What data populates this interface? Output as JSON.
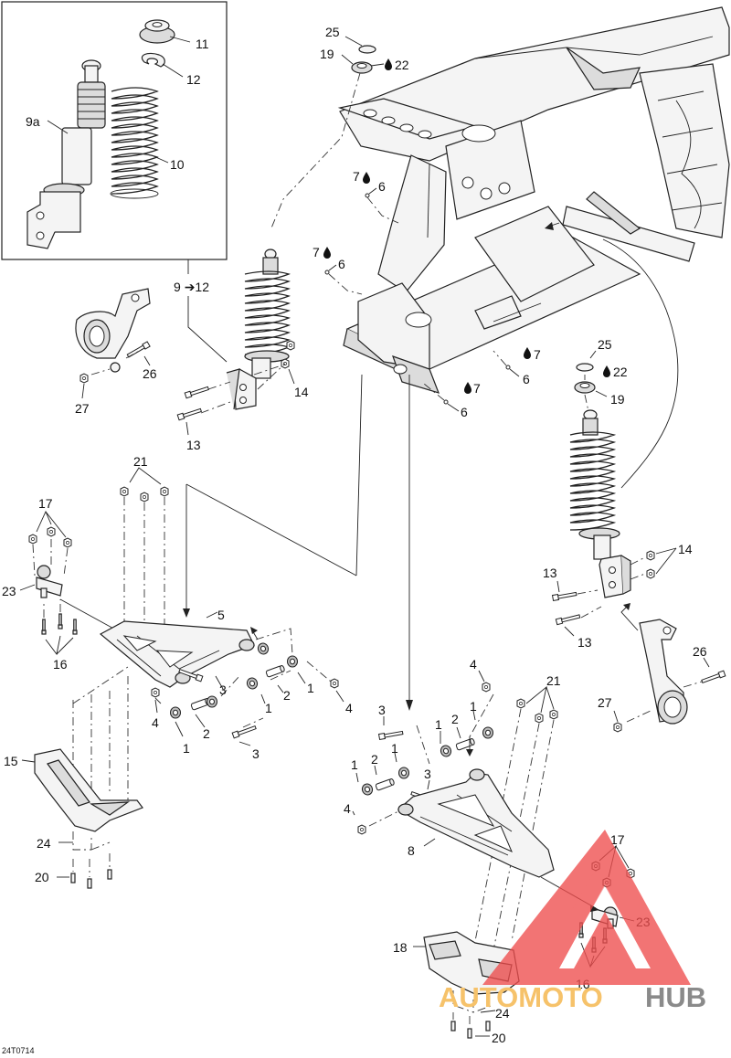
{
  "figure_code": "24T0714",
  "brand_logo": {
    "word_a": "AUTOMOTO",
    "word_b": "HUB",
    "color_a": "#f6c26a",
    "color_b": "#8a8a8a",
    "triangle_color": "#ef4e4e"
  },
  "arrow_symbol": "➔",
  "callouts": {
    "c11": "11",
    "c12": "12",
    "c9a": "9a",
    "c10": "10",
    "c25a": "25",
    "c19a": "19",
    "c22a": "22",
    "c7a": "7",
    "c6a": "6",
    "c7b": "7",
    "c6b": "6",
    "c9to12_a": "9",
    "c9to12_b": "12",
    "c26a": "26",
    "c27a": "27",
    "c14a": "14",
    "c13a": "13",
    "c7c": "7",
    "c6c": "6",
    "c7d": "7",
    "c6d": "6",
    "c25b": "25",
    "c22b": "22",
    "c19b": "19",
    "c21a": "21",
    "c17a": "17",
    "c23a": "23",
    "c5": "5",
    "c16a": "16",
    "c3a": "3",
    "c2a": "2",
    "c1a": "1",
    "c1b": "1",
    "c4a": "4",
    "c4b": "4",
    "c2b": "2",
    "c1c": "1",
    "c3b": "3",
    "c15": "15",
    "c24a": "24",
    "c20a": "20",
    "c14b": "14",
    "c13b": "13",
    "c13c": "13",
    "c26b": "26",
    "c27b": "27",
    "c4c": "4",
    "c21b": "21",
    "c3c": "3",
    "c1d": "1",
    "c2c": "2",
    "c1e": "1",
    "c1f": "1",
    "c2d": "2",
    "c1g": "1",
    "c3d": "3",
    "c4d": "4",
    "c8": "8",
    "c17b": "17",
    "c23b": "23",
    "c16b": "16",
    "c18": "18",
    "c24b": "24",
    "c20b": "20"
  }
}
